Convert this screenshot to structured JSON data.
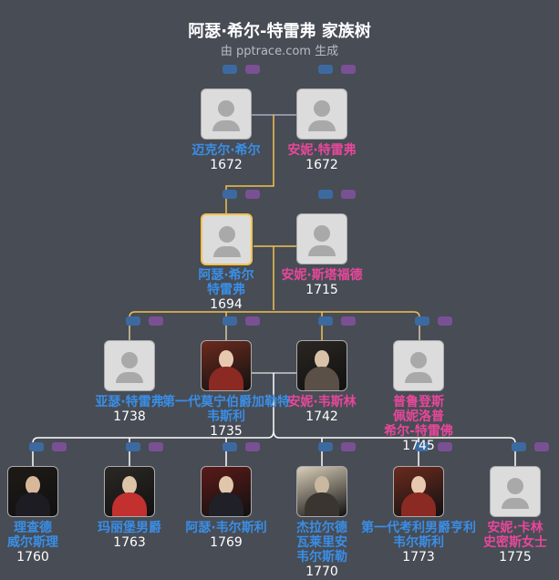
{
  "title": "阿瑟·希尔-特雷弗 家族树",
  "subtitle": "由 pptrace.com 生成",
  "colors": {
    "male": "#3a8ee6",
    "female": "#e8479a",
    "line_gold": "#f2c14e",
    "line_white": "#ffffff",
    "background": "#474c55"
  },
  "people": [
    {
      "name": "迈克尔·希尔",
      "year": "1672",
      "gender": "male",
      "photo": false
    },
    {
      "name": "安妮·特雷弗",
      "year": "1672",
      "gender": "female",
      "photo": false
    },
    {
      "name": "阿瑟·希尔\n特雷弗",
      "year": "1694",
      "gender": "male",
      "photo": false,
      "selected": true
    },
    {
      "name": "安妮·斯塔福德",
      "year": "1715",
      "gender": "female",
      "photo": false
    },
    {
      "name": "亚瑟·特雷弗",
      "year": "1738",
      "gender": "male",
      "photo": false
    },
    {
      "name": "第一代莫宁伯爵加勒特\n韦斯利",
      "year": "1735",
      "gender": "male",
      "photo": true
    },
    {
      "name": "安妮·韦斯林",
      "year": "1742",
      "gender": "female",
      "photo": true
    },
    {
      "name": "普鲁登斯\n佩妮洛普\n希尔-特雷佛",
      "year": "1745",
      "gender": "female",
      "photo": false
    },
    {
      "name": "理查德\n威尔斯理",
      "year": "1760",
      "gender": "male",
      "photo": true
    },
    {
      "name": "玛丽堡男爵",
      "year": "1763",
      "gender": "male",
      "photo": true
    },
    {
      "name": "阿瑟·韦尔斯利",
      "year": "1769",
      "gender": "male",
      "photo": true
    },
    {
      "name": "杰拉尔德\n瓦莱里安\n韦尔斯勒",
      "year": "1770",
      "gender": "male",
      "photo": true
    },
    {
      "name": "第一代考利男爵亨利\n韦尔斯利",
      "year": "1773",
      "gender": "male",
      "photo": true
    },
    {
      "name": "安妮·卡林\n史密斯女士",
      "year": "1775",
      "gender": "female",
      "photo": false
    }
  ]
}
